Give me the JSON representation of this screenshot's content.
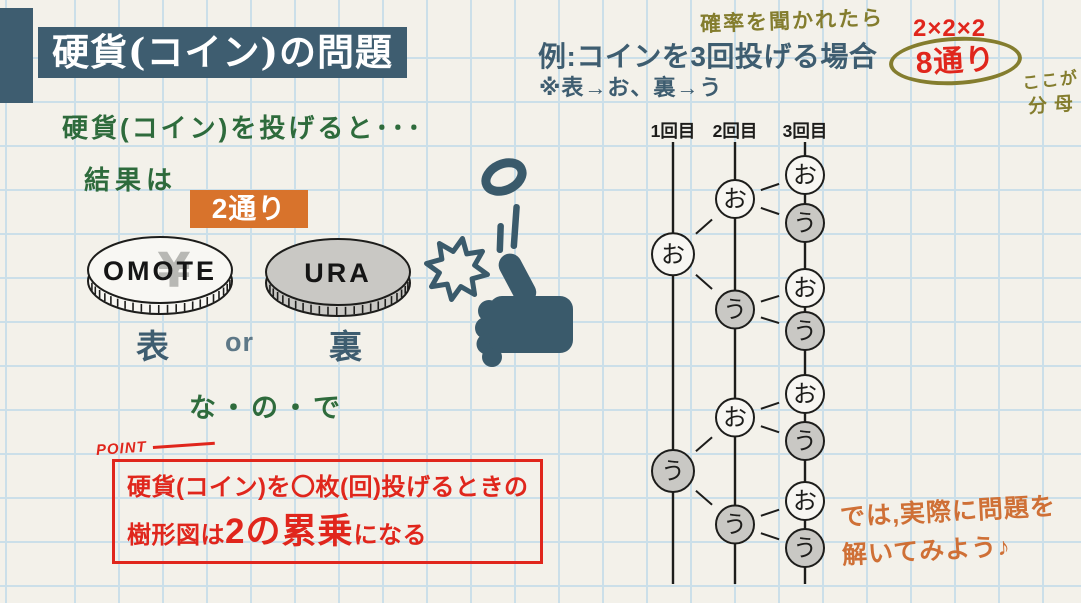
{
  "page": {
    "title": "硬貨(コイン)の問題"
  },
  "left": {
    "intro_line": "硬貨(コイン)を投げると･･･",
    "result_label": "結果は",
    "result_badge": "2通り",
    "coins": [
      {
        "label": "OMOTE",
        "style": "white",
        "watermark": "¥"
      },
      {
        "label": "URA",
        "style": "gray",
        "watermark": ""
      }
    ],
    "front_label": "表",
    "or_text": "or",
    "back_label": "裏",
    "naode": "な・の・で",
    "point": {
      "tag": "POINT",
      "line1": "硬貨(コイン)を〇枚(回)投げるときの",
      "line2_prefix": "樹形図は",
      "line2_em": "2の累乗",
      "line2_suffix": "になる"
    }
  },
  "right": {
    "hint": "確率を聞かれたら",
    "example_title": "例:コインを3回投げる場合",
    "note": "※表→お、裏→う",
    "product": "2×2×2",
    "total": "8通り",
    "denominator_note_line1": "ここが",
    "denominator_note_line2": "分母",
    "closing_line1": "では,実際に問題を",
    "closing_line2": "解いてみよう♪"
  },
  "tree": {
    "column_labels": [
      "1回目",
      "2回目",
      "3回目"
    ],
    "omote_char": "お",
    "ura_char": "う",
    "columns": [
      [
        "お",
        "う"
      ],
      [
        "お",
        "う",
        "お",
        "う"
      ],
      [
        "お",
        "う",
        "お",
        "う",
        "お",
        "う",
        "お",
        "う"
      ]
    ]
  },
  "colors": {
    "teal": "#3e5d70",
    "green": "#2e6b3c",
    "orange": "#d8732c",
    "red": "#e0261c",
    "olive": "#847d2e",
    "orange_hand": "#cf7036",
    "coin_gray": "#c9c8c4",
    "ink": "#1d1d1b",
    "paper": "#f3f1ea",
    "grid": "#cbdfe9"
  }
}
